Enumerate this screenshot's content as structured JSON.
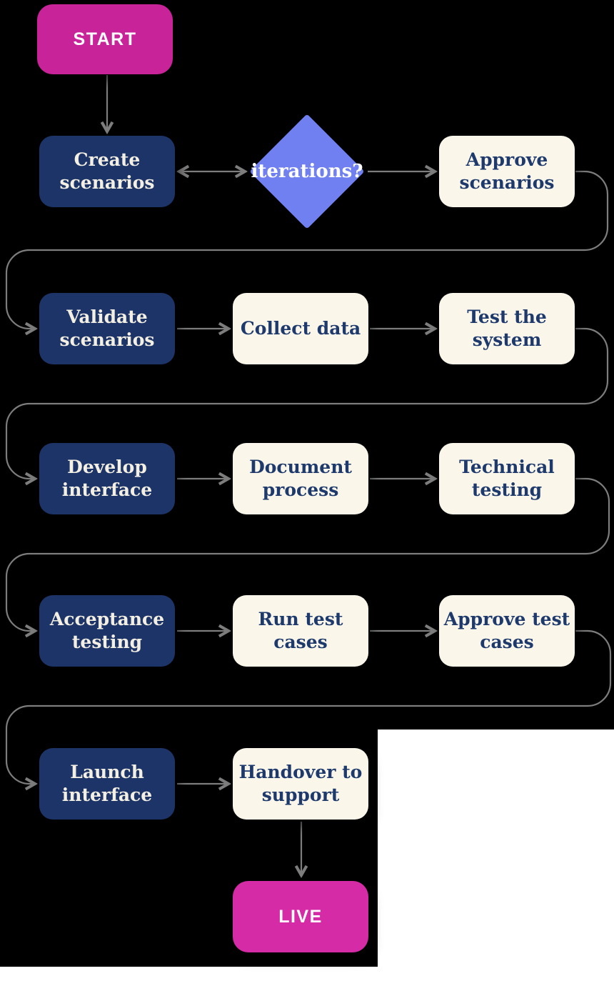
{
  "diagram": {
    "type": "flowchart",
    "description": "Project delivery flowchart from START to LIVE with snaking rows"
  },
  "colors": {
    "background": "#000000",
    "white_patch": "#ffffff",
    "start_node": "#c92399",
    "live_node": "#d62ba6",
    "primary_node": "#1c3467",
    "secondary_node": "#faf6ea",
    "decision_node": "#7180f0",
    "primary_text": "#f3efe3",
    "secondary_text": "#1e3a6d",
    "terminal_text": "#ffffff",
    "connector": "#7d7d7d"
  },
  "nodes": {
    "start": {
      "label": "START",
      "type": "terminal"
    },
    "create_scenarios": {
      "label": "Create scenarios",
      "type": "process-primary"
    },
    "iterations": {
      "label": "iterations?",
      "type": "decision"
    },
    "approve_scenarios": {
      "label": "Approve scenarios",
      "type": "process-secondary"
    },
    "validate_scenarios": {
      "label": "Validate scenarios",
      "type": "process-primary"
    },
    "collect_data": {
      "label": "Collect data",
      "type": "process-secondary"
    },
    "test_system": {
      "label": "Test the system",
      "type": "process-secondary"
    },
    "develop_interface": {
      "label": "Develop interface",
      "type": "process-primary"
    },
    "document_process": {
      "label": "Document process",
      "type": "process-secondary"
    },
    "technical_testing": {
      "label": "Technical testing",
      "type": "process-secondary"
    },
    "acceptance_testing": {
      "label": "Acceptance testing",
      "type": "process-primary"
    },
    "run_test_cases": {
      "label": "Run test cases",
      "type": "process-secondary"
    },
    "approve_test_cases": {
      "label": "Approve test cases",
      "type": "process-secondary"
    },
    "launch_interface": {
      "label": "Launch interface",
      "type": "process-primary"
    },
    "handover_support": {
      "label": "Handover to support",
      "type": "process-secondary"
    },
    "live": {
      "label": "LIVE",
      "type": "terminal"
    }
  },
  "edges": [
    {
      "from": "start",
      "to": "create_scenarios",
      "arrow": "single"
    },
    {
      "from": "create_scenarios",
      "to": "iterations",
      "arrow": "double"
    },
    {
      "from": "iterations",
      "to": "approve_scenarios",
      "arrow": "single"
    },
    {
      "from": "approve_scenarios",
      "to": "validate_scenarios",
      "arrow": "single",
      "wrap": true
    },
    {
      "from": "validate_scenarios",
      "to": "collect_data",
      "arrow": "single"
    },
    {
      "from": "collect_data",
      "to": "test_system",
      "arrow": "single"
    },
    {
      "from": "test_system",
      "to": "develop_interface",
      "arrow": "single",
      "wrap": true
    },
    {
      "from": "develop_interface",
      "to": "document_process",
      "arrow": "single"
    },
    {
      "from": "document_process",
      "to": "technical_testing",
      "arrow": "single"
    },
    {
      "from": "technical_testing",
      "to": "acceptance_testing",
      "arrow": "single",
      "wrap": true
    },
    {
      "from": "acceptance_testing",
      "to": "run_test_cases",
      "arrow": "single"
    },
    {
      "from": "run_test_cases",
      "to": "approve_test_cases",
      "arrow": "single"
    },
    {
      "from": "approve_test_cases",
      "to": "launch_interface",
      "arrow": "single",
      "wrap": true
    },
    {
      "from": "launch_interface",
      "to": "handover_support",
      "arrow": "single"
    },
    {
      "from": "handover_support",
      "to": "live",
      "arrow": "single"
    }
  ]
}
